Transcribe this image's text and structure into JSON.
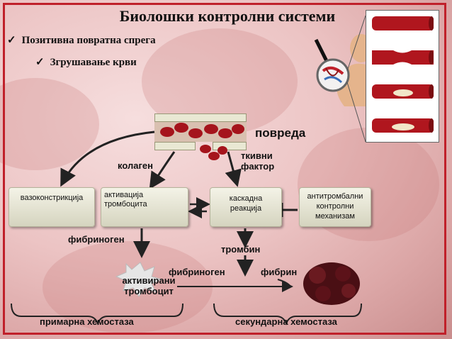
{
  "title": "Биолошки контролни системи",
  "bullets": [
    {
      "text": "Позитивна повратна спрега"
    },
    {
      "text": "Згрушавање крви"
    }
  ],
  "check_glyph": "✓",
  "diagram": {
    "injury": "повреда",
    "collagen": "колаген",
    "tissue_factor": "ткивни фактор",
    "boxes": {
      "vasoconstriction": "вазоконстрикција",
      "platelet_activation": "активација тромбоцита",
      "cascade": "каскадна реакција",
      "antithrombotic": "антитромбални контролни механизам"
    },
    "fibrinogen_1": "фибриноген",
    "activated_platelets": "активирани тромбоцит",
    "fibrinogen_2": "фибриноген",
    "thrombin": "тромбин",
    "fibrin": "фибрин",
    "primary": "примарна хемостаза",
    "secondary": "секундарна хемостаза"
  },
  "colors": {
    "accent_border": "#c0202a",
    "blood": "#a5141c",
    "box_fill": "#e8e7d3"
  },
  "icons": [
    "magnifier-icon",
    "blood-vessel-icon",
    "platelet-icon",
    "clot-icon"
  ]
}
